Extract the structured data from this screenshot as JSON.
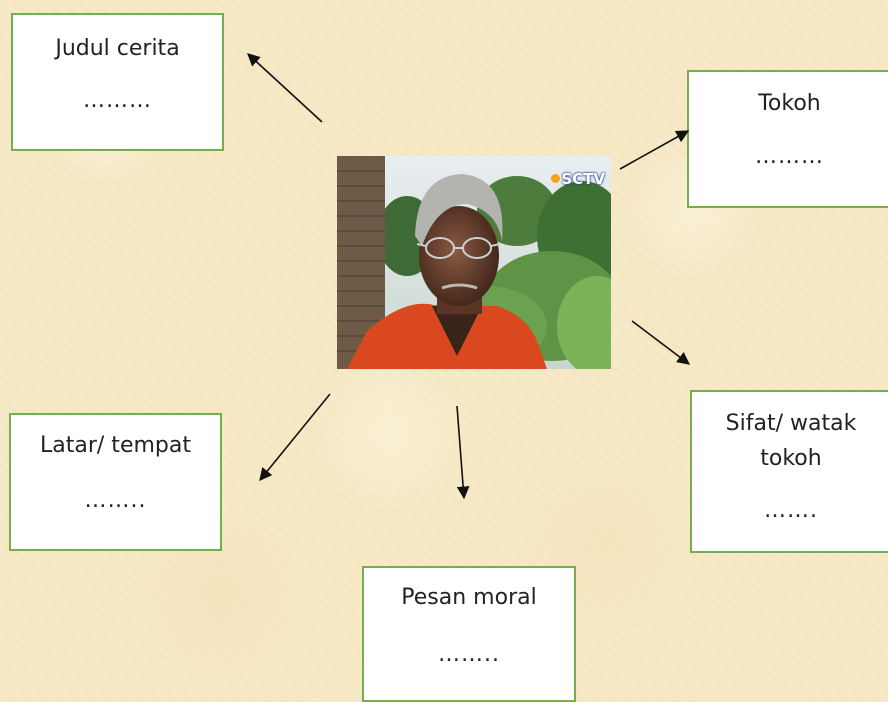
{
  "boxes": {
    "judul": {
      "label": "Judul cerita",
      "blank": "………"
    },
    "tokoh": {
      "label": "Tokoh",
      "blank": "………"
    },
    "sifat": {
      "label_line1": "Sifat/ watak",
      "label_line2": "tokoh",
      "blank": "……."
    },
    "latar": {
      "label": "Latar/ tempat",
      "blank": "……..",
      "blank_alt": "…….."
    },
    "pesan": {
      "label": "Pesan moral",
      "blank": "…….."
    }
  },
  "photo": {
    "logo": "SCTV"
  },
  "colors": {
    "box_border": "#77ad4e",
    "background": "#f6e9c6",
    "arrow": "#111111"
  }
}
